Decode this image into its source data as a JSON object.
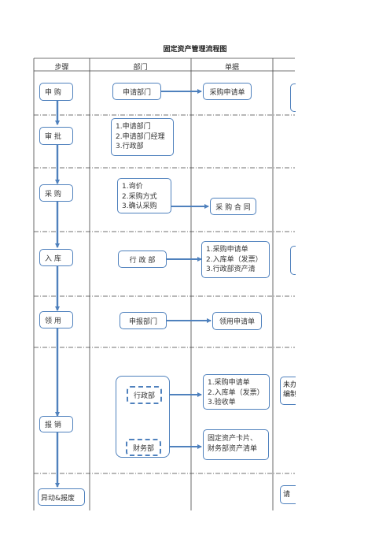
{
  "title": "固定资产管理流程图",
  "headers": {
    "step": "步骤",
    "dept": "部门",
    "doc": "单据"
  },
  "steps": {
    "purchase_apply": "申 购",
    "approve": "审 批",
    "procure": "采 购",
    "storage": "入 库",
    "receive": "领 用",
    "report_loss": "报 销",
    "change_scrap": "异动&报废"
  },
  "dept": {
    "apply_dept": "申请部门",
    "approve_lines": [
      "1.申请部门",
      "2.申请部门经理",
      "3.行政部"
    ],
    "procure_lines": [
      "1.询价",
      "2.采购方式",
      "3.确认采购"
    ],
    "storage_admin": "行 政 部",
    "receive_dept": "申报部门",
    "report_admin": "行政部",
    "report_finance": "财务部"
  },
  "docs": {
    "purchase_request": "采购申请单",
    "contract": "采 购 合 同",
    "storage_lines": [
      "1.采购申请单",
      "2.入库单（发票）",
      "3.行政部资产清"
    ],
    "receive_form": "领用申请单",
    "report_lines": [
      "1.采购申请单",
      "2.入库单（发票）",
      "3.验收单"
    ],
    "card_lines": [
      "固定资产卡片、",
      "财务部资产清单"
    ]
  },
  "notes": {
    "report_note_lines": [
      "未办",
      "编制"
    ],
    "change_note": "请"
  }
}
